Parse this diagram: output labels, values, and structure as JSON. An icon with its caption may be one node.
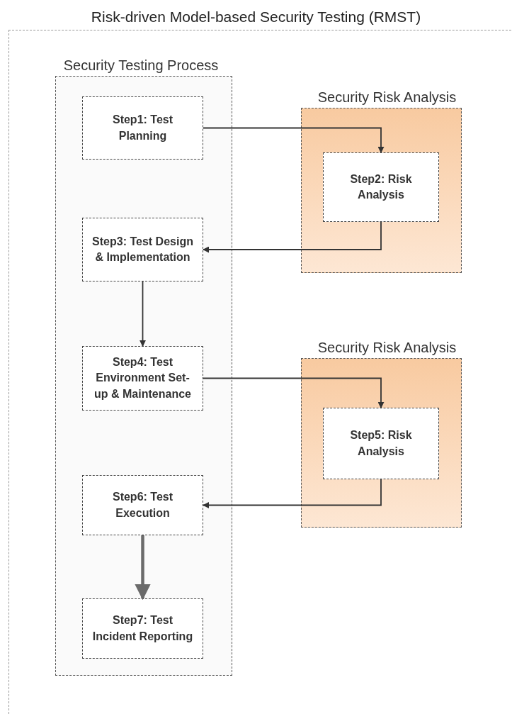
{
  "diagram": {
    "title": "Risk-driven Model-based Security Testing (RMST)",
    "nodes": [
      {
        "text": [
          "Security Testing Process"
        ]
      },
      {
        "text": [
          "Step1: Test Planning"
        ],
        "in": 0
      },
      {
        "text": [
          "Security Risk Analysis"
        ]
      },
      {
        "text": [
          "Step2: Risk Analysis"
        ],
        "in": 2
      },
      {
        "text": [
          "Step3: Test Design & Implementation"
        ],
        "in": 0
      },
      {
        "text": [
          "Step4: Test Environment Set-up & Maintenance"
        ],
        "in": 0
      },
      {
        "text": [
          "Security Risk Analysis"
        ]
      },
      {
        "text": [
          "Step5: Risk Analysis"
        ],
        "in": 6
      },
      {
        "text": [
          "Step6: Test Execution"
        ],
        "in": 0
      },
      {
        "text": [
          "Step7: Test Incident Reporting"
        ],
        "in": 0
      }
    ],
    "edges": [
      {
        "from": 1,
        "to": 3,
        "arrow": "to"
      },
      {
        "from": 3,
        "to": 4,
        "arrow": "to"
      },
      {
        "from": 4,
        "to": 5,
        "arrow": "to"
      },
      {
        "from": 5,
        "to": 7,
        "arrow": "to"
      },
      {
        "from": 7,
        "to": 8,
        "arrow": "to"
      },
      {
        "from": 8,
        "to": 9,
        "arrow": "to",
        "style": "thick",
        "color": "#6b6b6b"
      }
    ]
  }
}
